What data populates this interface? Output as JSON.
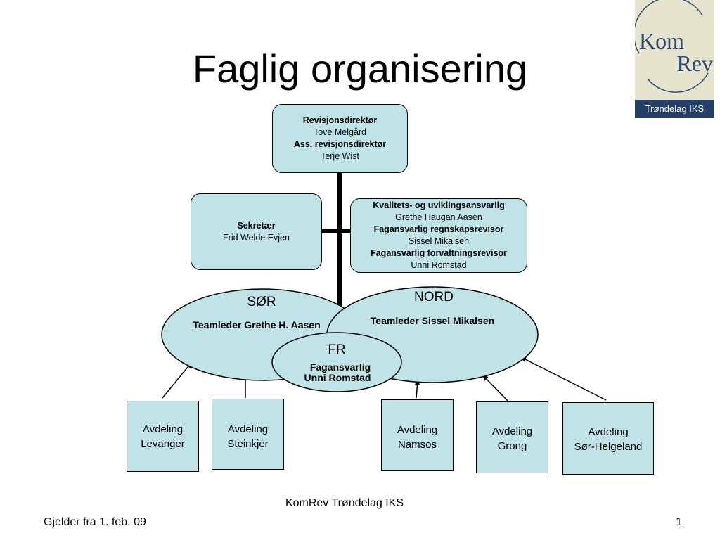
{
  "title": "Faglig organisering",
  "logo": {
    "line1": "Kom",
    "line2": "Rev",
    "bar": "Trøndelag IKS"
  },
  "director_box": {
    "role1": "Revisjonsdirektør",
    "name1": "Tove Melgård",
    "role2": "Ass. revisjonsdirektør",
    "name2": "Terje Wist"
  },
  "secretary_box": {
    "role": "Sekretær",
    "name": "Frid Welde Evjen"
  },
  "quality_box": {
    "role1": "Kvalitets- og uviklingsansvarlig",
    "name1": "Grethe Haugan Aasen",
    "role2": "Fagansvarlig regnskapsrevisor",
    "name2": "Sissel Mikalsen",
    "role3": "Fagansvarlig forvaltningsrevisor",
    "name3": "Unni Romstad"
  },
  "teams": {
    "sor": {
      "name": "SØR",
      "leader": "Teamleder Grethe H. Aasen"
    },
    "nord": {
      "name": "NORD",
      "leader": "Teamleder Sissel Mikalsen"
    },
    "fr": {
      "name": "FR",
      "line1": "Fagansvarlig",
      "line2": "Unni Romstad"
    }
  },
  "departments": [
    {
      "line1": "Avdeling",
      "line2": "Levanger"
    },
    {
      "line1": "Avdeling",
      "line2": "Steinkjer"
    },
    {
      "line1": "Avdeling",
      "line2": "Namsos"
    },
    {
      "line1": "Avdeling",
      "line2": "Grong"
    },
    {
      "line1": "Avdeling",
      "line2": "Sør-Helgeland"
    }
  ],
  "footer": {
    "center": "KomRev Trøndelag IKS",
    "left": "Gjelder fra 1. feb. 09",
    "right": "1"
  },
  "colors": {
    "box_fill": "#bfe3e6",
    "logo_bg": "#e6e4cc",
    "logo_bar": "#24406a",
    "logo_text": "#2a4a73"
  }
}
